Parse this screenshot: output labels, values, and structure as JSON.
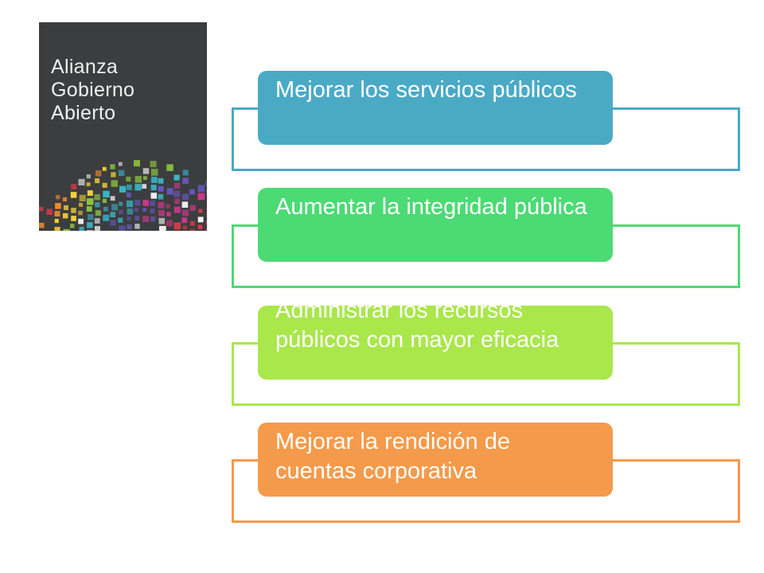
{
  "logo": {
    "title_lines": [
      "Alianza",
      "Gobierno",
      "Abierto"
    ],
    "background": "#3c3d3e",
    "mosaic_colors": [
      "#e63a4a",
      "#f28a2c",
      "#f6d53a",
      "#8cc63f",
      "#3bb6c9",
      "#6a5acd",
      "#d1378f",
      "#ffffff"
    ]
  },
  "diagram": {
    "items": [
      {
        "label": "Mejorar los servicios públicos",
        "color": "#4aaac6"
      },
      {
        "label": "Aumentar la integridad pública",
        "color": "#4cda74"
      },
      {
        "label": "Administrar los recursos públicos con mayor eficacia",
        "color": "#a9e74b"
      },
      {
        "label": "Mejorar la rendición de cuentas corporativa",
        "color": "#f59a4a"
      }
    ]
  }
}
